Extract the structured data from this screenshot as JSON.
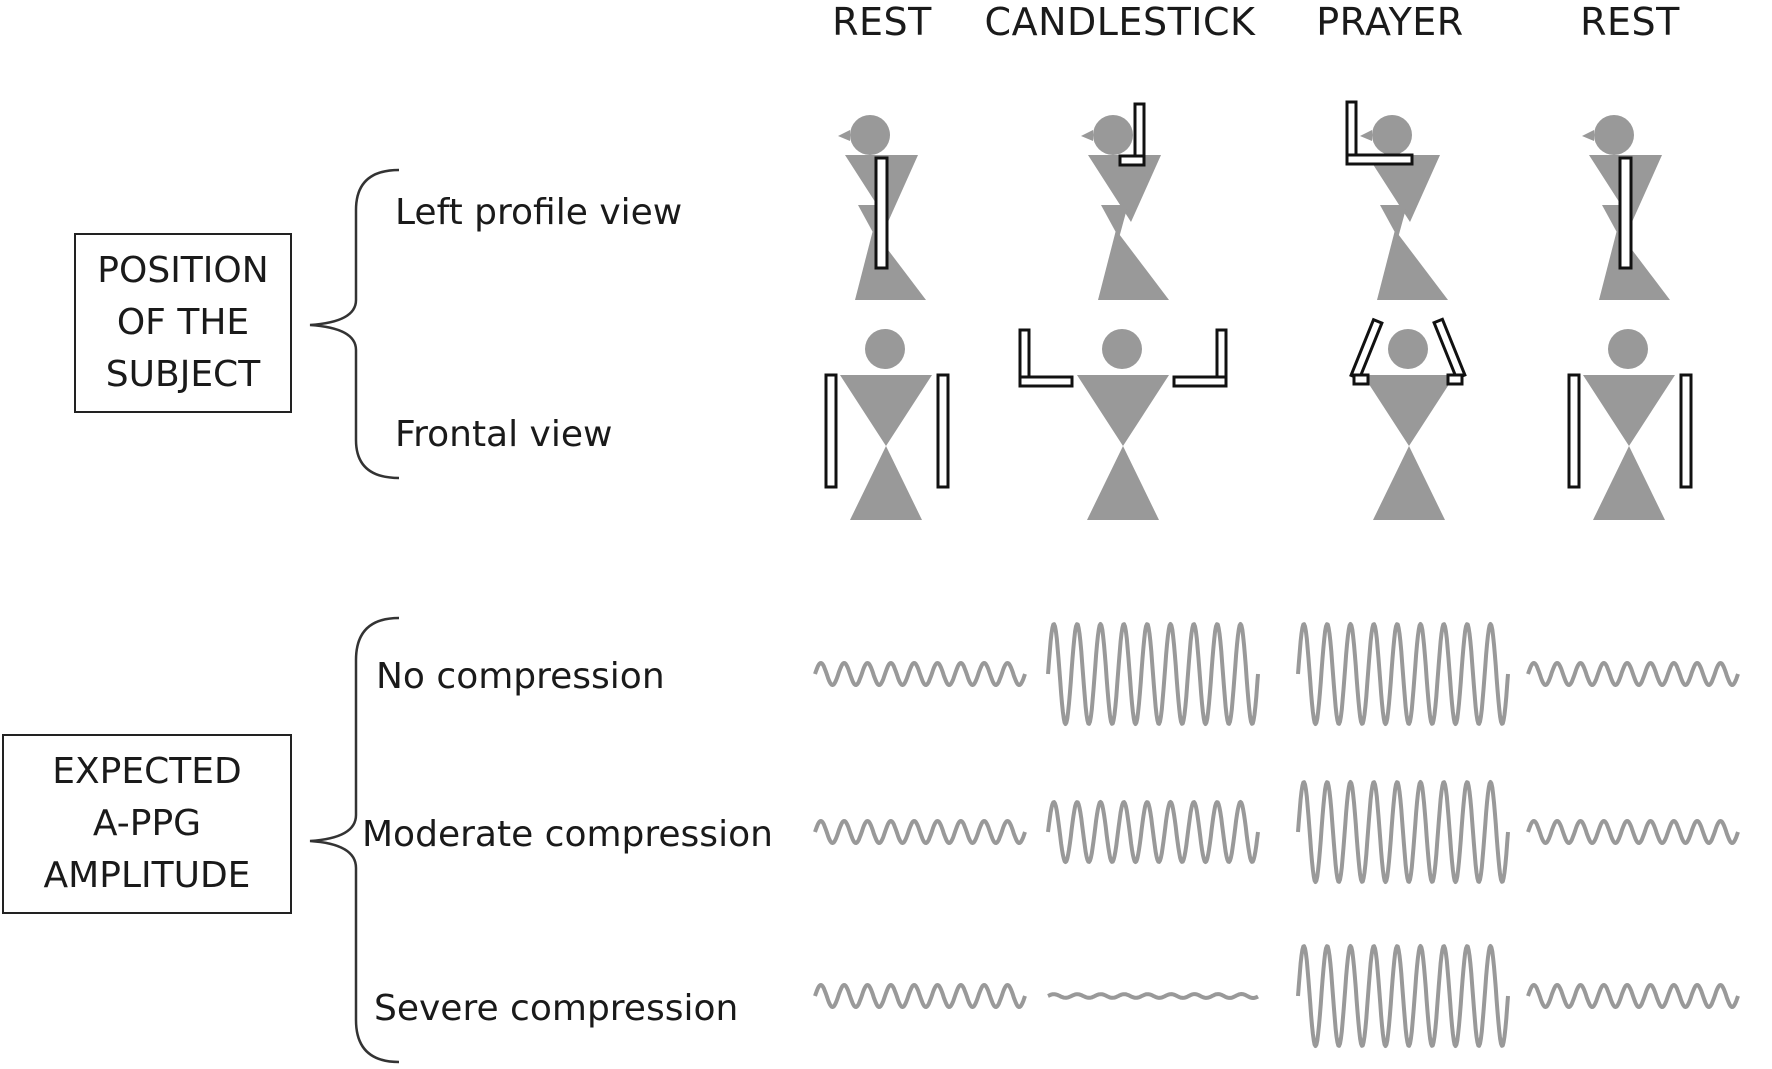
{
  "columns": [
    "REST",
    "CANDLESTICK",
    "PRAYER",
    "REST"
  ],
  "position_section": {
    "label_lines": [
      "POSITION",
      "OF THE",
      "SUBJECT"
    ],
    "views": [
      "Left profile view",
      "Frontal view"
    ]
  },
  "amplitude_section": {
    "label_lines": [
      "EXPECTED",
      "A-PPG",
      "AMPLITUDE"
    ],
    "rows": [
      "No compression",
      "Moderate compression",
      "Severe compression"
    ]
  },
  "colors": {
    "figure": "#999999",
    "wave": "#999999",
    "arm": "#111111",
    "text": "#1a1a1a"
  },
  "waveforms": {
    "cycles": 9,
    "amplitude_levels": [
      [
        "small",
        "large",
        "large",
        "small"
      ],
      [
        "small",
        "medium",
        "large",
        "small"
      ],
      [
        "small",
        "tiny",
        "large",
        "small"
      ]
    ]
  }
}
